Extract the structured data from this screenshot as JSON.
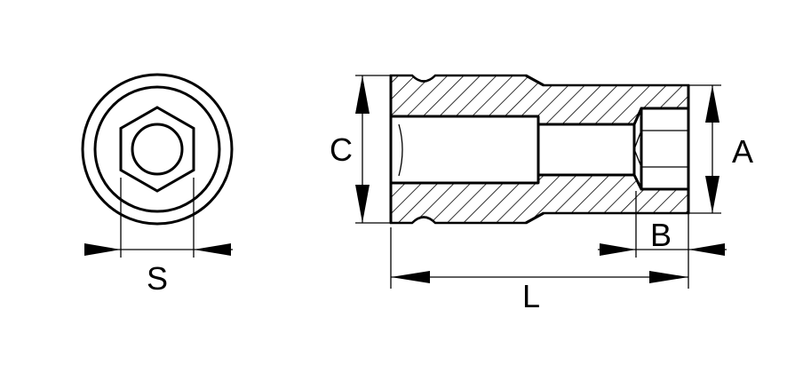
{
  "labels": {
    "s": "S",
    "c": "C",
    "a": "A",
    "b": "B",
    "l": "L"
  },
  "colors": {
    "line": "#000000",
    "background": "#ffffff"
  }
}
